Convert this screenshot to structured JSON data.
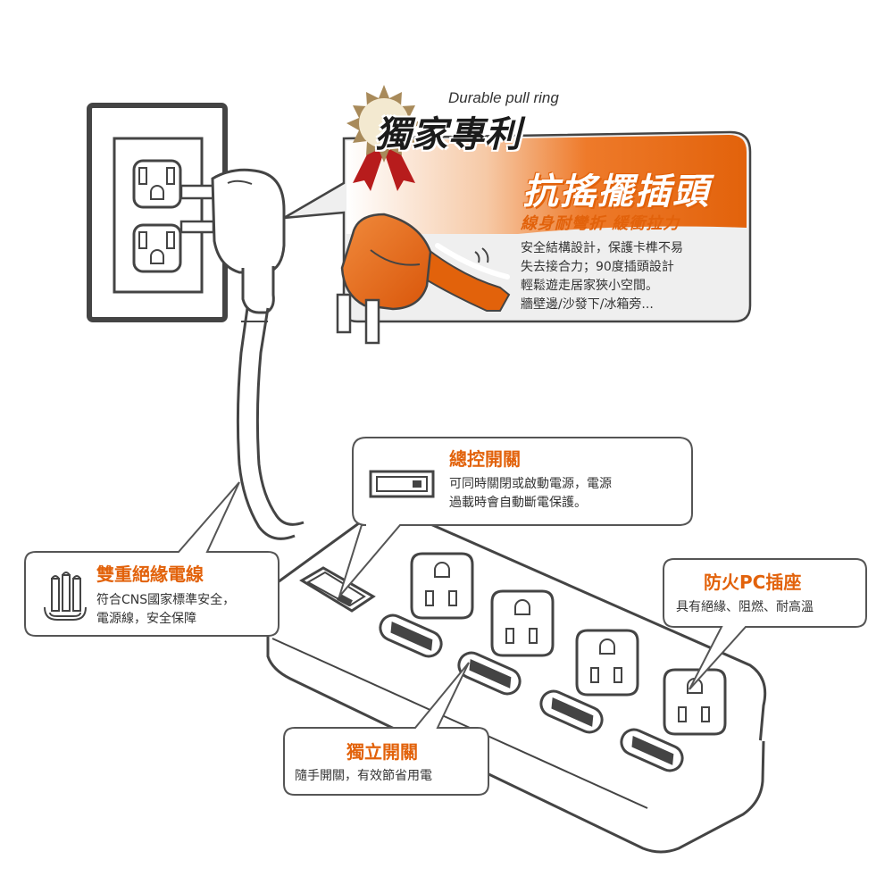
{
  "colors": {
    "accent": "#e2620b",
    "outline": "#444444",
    "card_border": "#555555",
    "panel_fill": "#f0f0f0"
  },
  "badge": {
    "tagline": "Durable pull ring",
    "title": "獨家專利",
    "icon": "award-rosette-icon"
  },
  "feature": {
    "title": "抗搖擺插頭",
    "subtitle": "線身耐彎折 緩衝拉力",
    "description_lines": [
      "安全結構設計，保護卡榫不易",
      "失去接合力；90度插頭設計",
      "輕鬆遊走居家狹小空間。",
      "牆壁邊/沙發下/冰箱旁..."
    ]
  },
  "callouts": {
    "master_switch": {
      "title": "總控開關",
      "lines": [
        "可同時關閉或啟動電源，電源",
        "過載時會自動斷電保護。"
      ],
      "icon": "rocker-switch-icon"
    },
    "double_insulated_cord": {
      "title": "雙重絕緣電線",
      "lines": [
        "符合CNS國家標準安全，",
        "電源線，安全保障"
      ],
      "icon": "cable-insulation-icon"
    },
    "fireproof_outlet": {
      "title": "防火PC插座",
      "lines": [
        "具有絕緣、阻燃、耐高溫"
      ]
    },
    "individual_switch": {
      "title": "獨立開關",
      "lines": [
        "隨手開關，有效節省用電"
      ]
    }
  }
}
